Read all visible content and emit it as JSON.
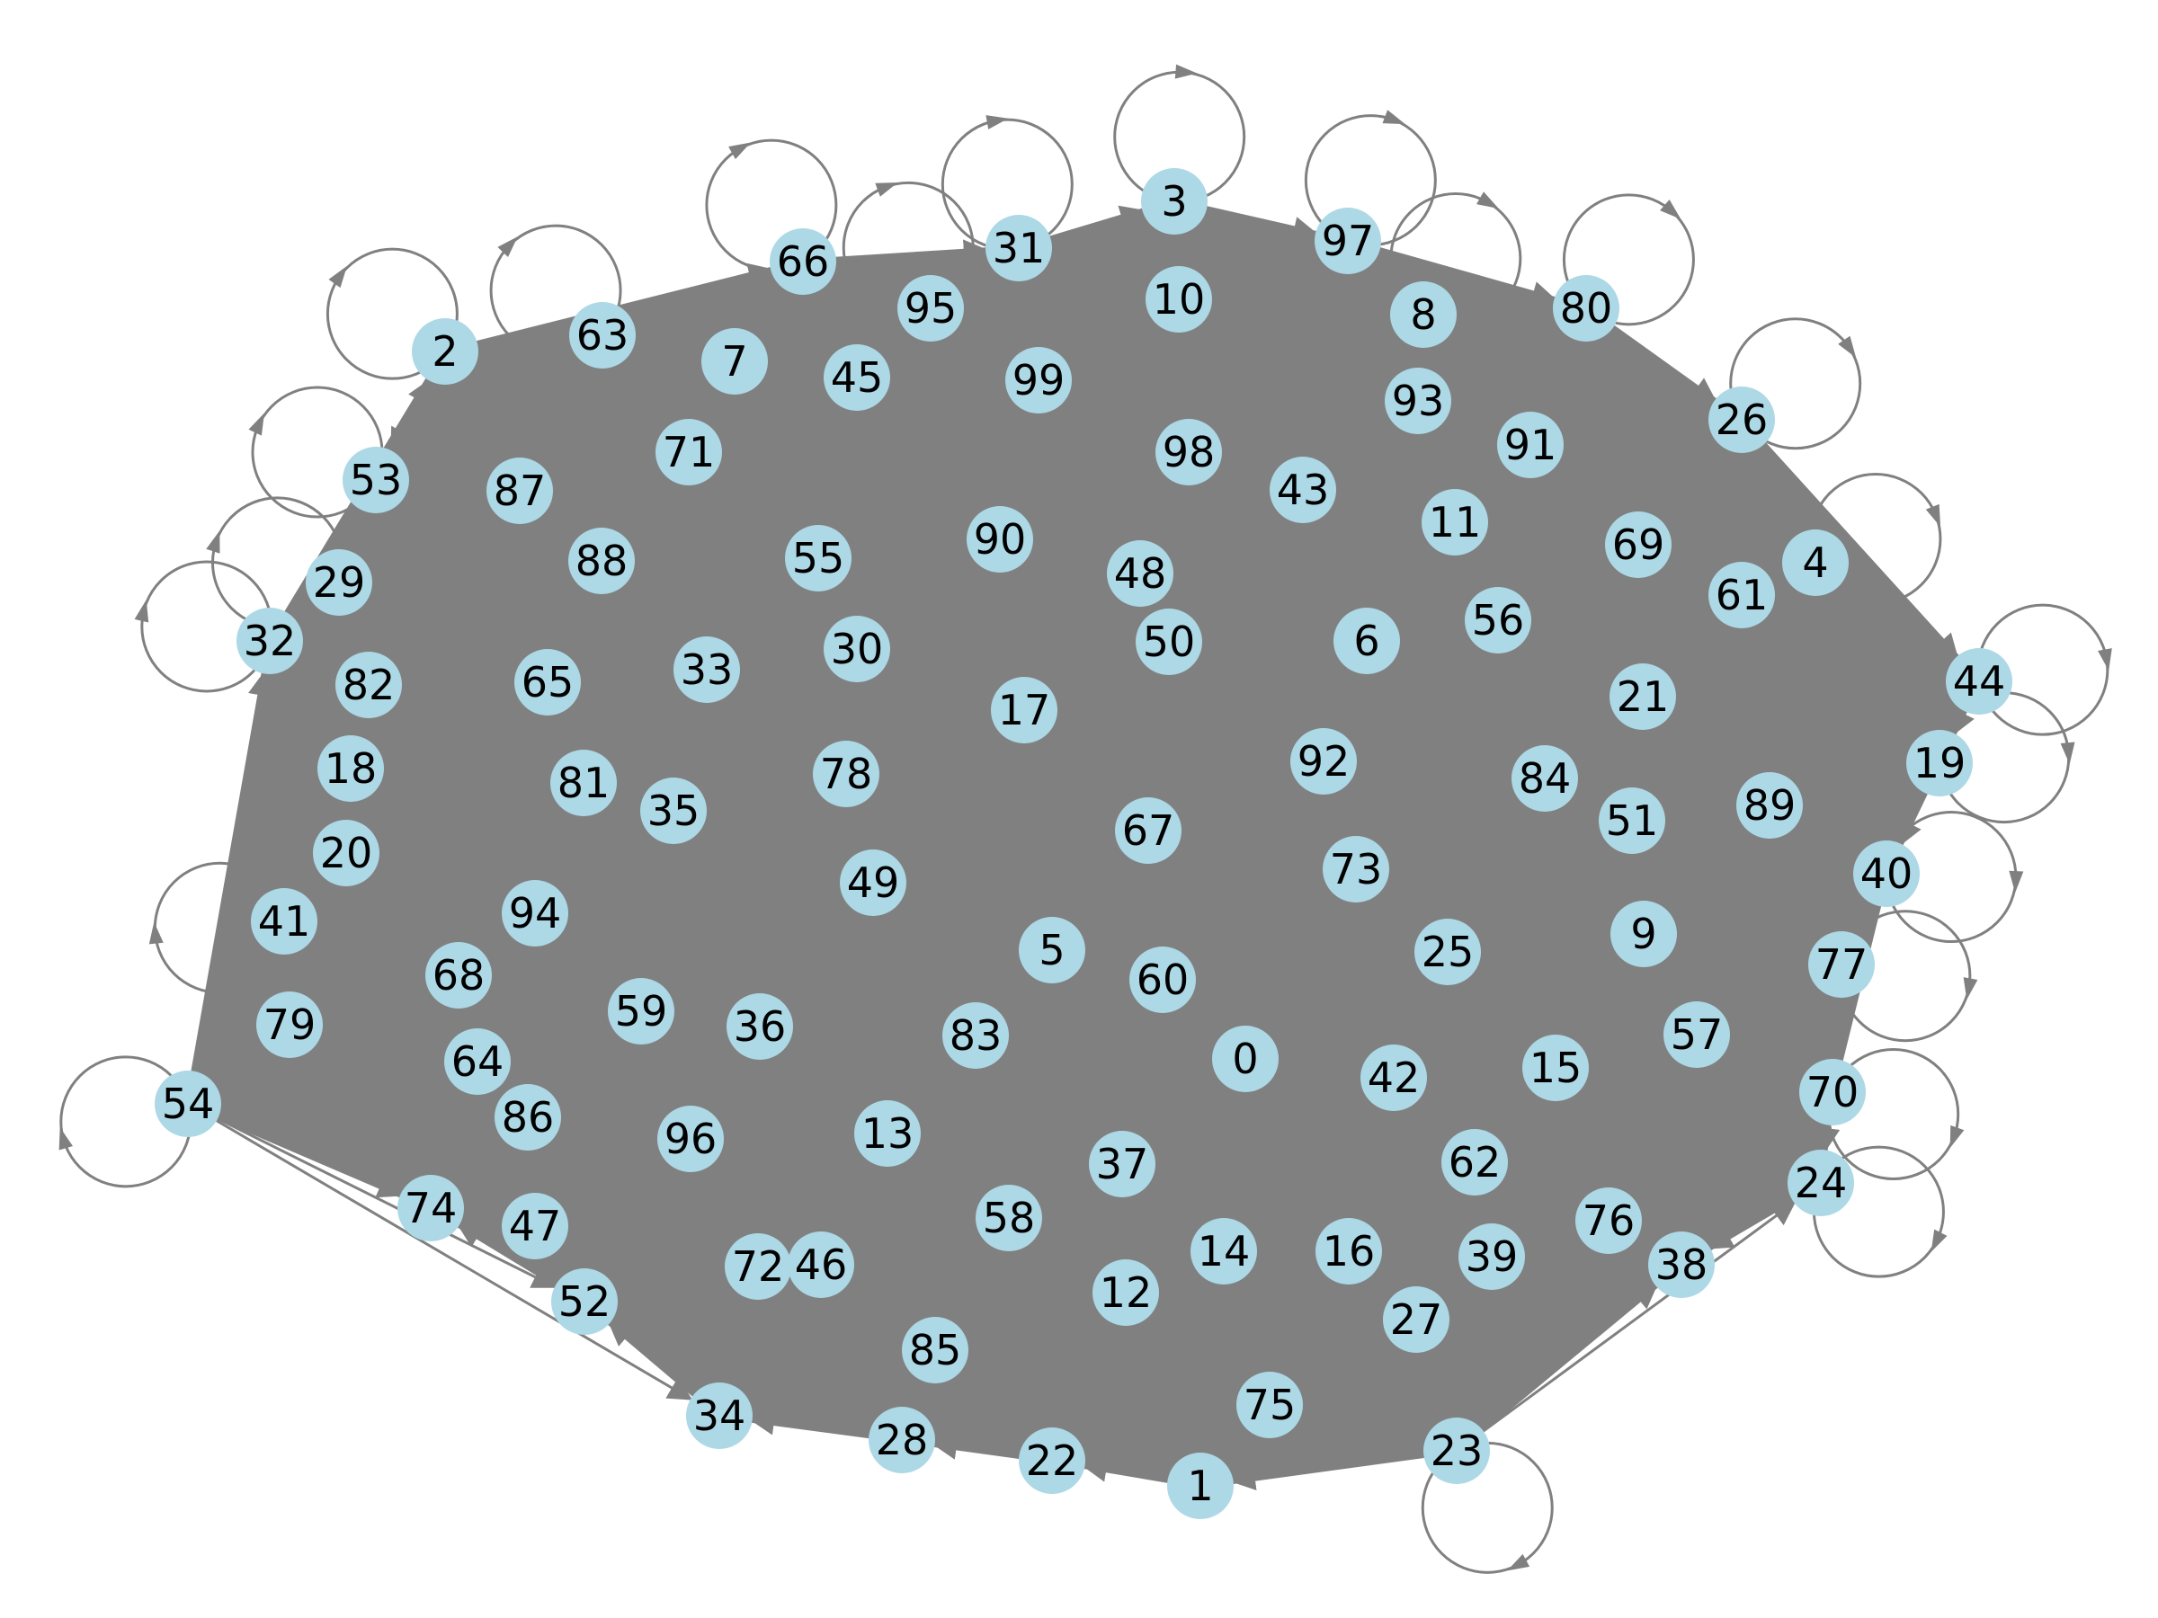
{
  "graph": {
    "type": "directed-network",
    "node_color": "#add8e6",
    "edge_color": "#808080",
    "background": "#ffffff",
    "nodes": [
      "0",
      "1",
      "2",
      "3",
      "4",
      "5",
      "6",
      "7",
      "8",
      "9",
      "10",
      "11",
      "12",
      "13",
      "14",
      "15",
      "16",
      "17",
      "18",
      "19",
      "20",
      "21",
      "22",
      "23",
      "24",
      "25",
      "26",
      "27",
      "28",
      "29",
      "30",
      "31",
      "32",
      "33",
      "34",
      "35",
      "36",
      "37",
      "38",
      "39",
      "40",
      "41",
      "42",
      "43",
      "44",
      "45",
      "46",
      "47",
      "48",
      "49",
      "50",
      "51",
      "52",
      "53",
      "54",
      "55",
      "56",
      "57",
      "58",
      "59",
      "60",
      "61",
      "62",
      "63",
      "64",
      "65",
      "66",
      "67",
      "68",
      "69",
      "70",
      "71",
      "72",
      "73",
      "74",
      "75",
      "76",
      "77",
      "78",
      "79",
      "80",
      "81",
      "82",
      "83",
      "84",
      "85",
      "86",
      "87",
      "88",
      "89",
      "90",
      "91",
      "92",
      "93",
      "94",
      "95",
      "96",
      "97",
      "98",
      "99"
    ],
    "self_loop_nodes": [
      "2",
      "53",
      "29",
      "32",
      "66",
      "31",
      "95",
      "3",
      "97",
      "8",
      "80",
      "26",
      "4",
      "44",
      "19",
      "40",
      "70",
      "24",
      "41",
      "54",
      "63",
      "23",
      "77"
    ],
    "hull_order": [
      "54",
      "32",
      "2",
      "66",
      "31",
      "3",
      "97",
      "80",
      "26",
      "44",
      "19",
      "40",
      "70",
      "24",
      "38",
      "23",
      "1",
      "22",
      "28",
      "34",
      "52",
      "74"
    ]
  }
}
